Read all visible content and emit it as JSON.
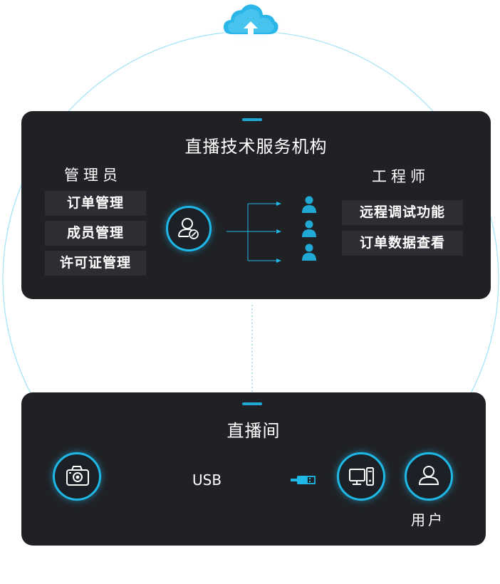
{
  "org_panel": {
    "title": "直播技术服务机构",
    "admin": {
      "role": "管理员",
      "tags": [
        "订单管理",
        "成员管理",
        "许可证管理"
      ]
    },
    "engineer": {
      "role": "工程师",
      "tags": [
        "远程调试功能",
        "订单数据查看"
      ]
    }
  },
  "studio_panel": {
    "title": "直播间",
    "link_label": "USB",
    "user_label": "用户"
  },
  "colors": {
    "panel_bg": "#202125",
    "tag_bg": "#2d2e33",
    "accent": "#1fb8e6",
    "orbit": "#9fe2f5"
  },
  "icons": [
    "cloud-upload-icon",
    "admin-user-icon",
    "arrow-fanout-icon",
    "engineer-person-icon",
    "camera-icon",
    "computer-icon",
    "usb-plug-icon",
    "user-icon"
  ]
}
